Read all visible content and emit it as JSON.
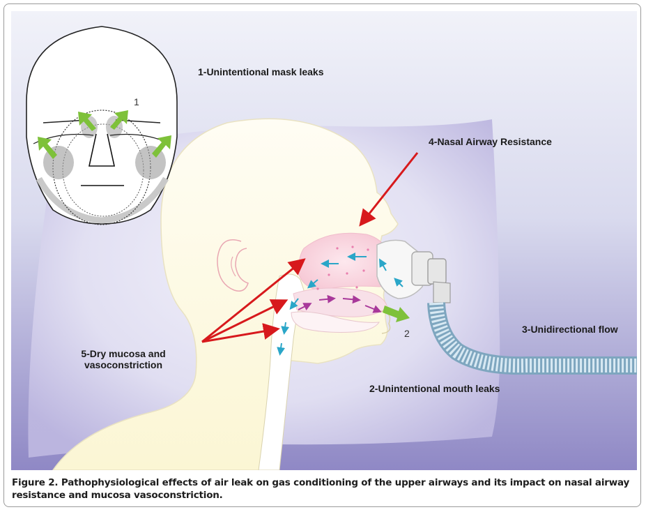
{
  "labels": {
    "mask_leaks": "1-Unintentional mask leaks",
    "nasal_resistance": "4-Nasal Airway Resistance",
    "unidirectional_flow": "3-Unidirectional flow",
    "dry_mucosa_line1": "5-Dry mucosa and",
    "dry_mucosa_line2": "vasoconstriction",
    "mouth_leaks": "2-Unintentional mouth leaks"
  },
  "markers": {
    "face_marker": "1",
    "mouth_marker": "2"
  },
  "caption": "Figure 2. Pathophysiological effects of air leak on gas conditioning of the upper airways and its impact on nasal airway resistance and mucosa vasoconstriction.",
  "colors": {
    "leak_arrow": "#7ec13a",
    "pointer_arrow": "#d7191c",
    "inspiratory_flow": "#2aa6c8",
    "expiratory_flow": "#a8389a",
    "background_top": "#eef0f8",
    "background_bottom": "#8e87c4"
  }
}
